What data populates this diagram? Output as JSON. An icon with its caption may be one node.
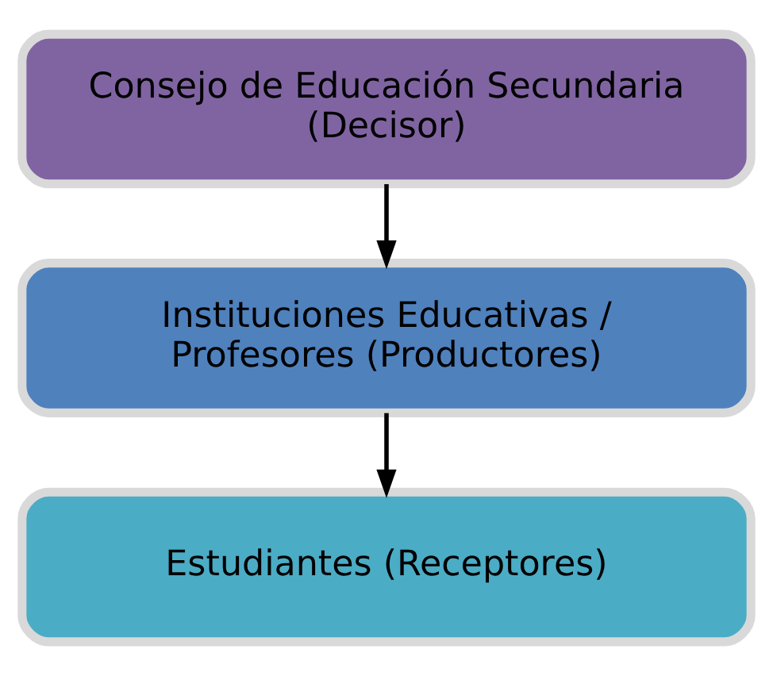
{
  "diagram": {
    "nodes": [
      {
        "text": [
          "Consejo de Educación Secundaria (Decisor)"
        ]
      },
      {
        "text": [
          "Instituciones Educativas / Profesores (Productores)"
        ]
      },
      {
        "text": [
          "Estudiantes (Receptores)"
        ]
      }
    ],
    "edges": [
      {
        "from": 0,
        "to": 1,
        "arrow": "to"
      },
      {
        "from": 1,
        "to": 2,
        "arrow": "to"
      }
    ]
  }
}
